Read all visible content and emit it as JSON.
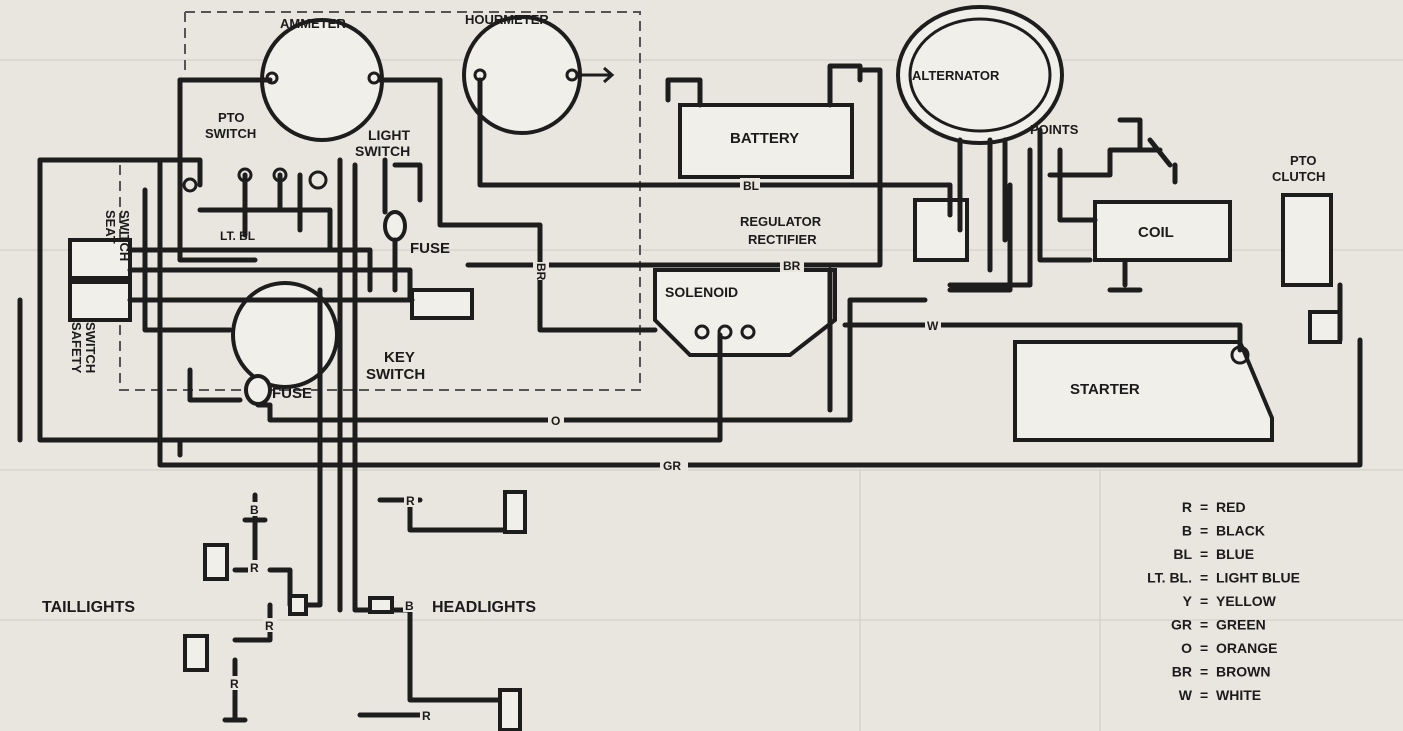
{
  "components": {
    "ammeter": "AMMETER",
    "hourmeter": "HOURMETER",
    "battery": "BATTERY",
    "alternator": "ALTERNATOR",
    "points": "POINTS",
    "pto_clutch": [
      "PTO",
      "CLUTCH"
    ],
    "pto_switch": [
      "PTO",
      "SWITCH"
    ],
    "light_switch": [
      "LIGHT",
      "SWITCH"
    ],
    "fuse": "FUSE",
    "fuse2": "FUSE",
    "seat_switch": [
      "SEAT",
      "SWITCH"
    ],
    "safety_switch": [
      "SAFETY",
      "SWITCH"
    ],
    "regulator": [
      "REGULATOR",
      "RECTIFIER"
    ],
    "coil": "COIL",
    "solenoid": "SOLENOID",
    "key_switch": [
      "KEY",
      "SWITCH"
    ],
    "starter": "STARTER",
    "taillights": "TAILLIGHTS",
    "headlights": "HEADLIGHTS"
  },
  "wire_labels": {
    "bl_top": "BL",
    "br_left": "BR",
    "br_mid": "BR",
    "w": "W",
    "o": "O",
    "gr": "GR",
    "r_tail_top": "R",
    "r_tail_mid": "R",
    "r_tail_bot": "R",
    "r_head_top": "R",
    "r_head_bot": "R",
    "b_tail": "B",
    "b_head": "B",
    "lt_bl": "LT. BL"
  },
  "legend": [
    {
      "code": "R",
      "meaning": "RED"
    },
    {
      "code": "B",
      "meaning": "BLACK"
    },
    {
      "code": "BL",
      "meaning": "BLUE"
    },
    {
      "code": "LT. BL.",
      "meaning": "LIGHT BLUE"
    },
    {
      "code": "Y",
      "meaning": "YELLOW"
    },
    {
      "code": "GR",
      "meaning": "GREEN"
    },
    {
      "code": "O",
      "meaning": "ORANGE"
    },
    {
      "code": "BR",
      "meaning": "BROWN"
    },
    {
      "code": "W",
      "meaning": "WHITE"
    }
  ],
  "legend_separator": "=",
  "colors": {
    "ink": "#1d1d1d",
    "paper": "#e9e6df"
  }
}
